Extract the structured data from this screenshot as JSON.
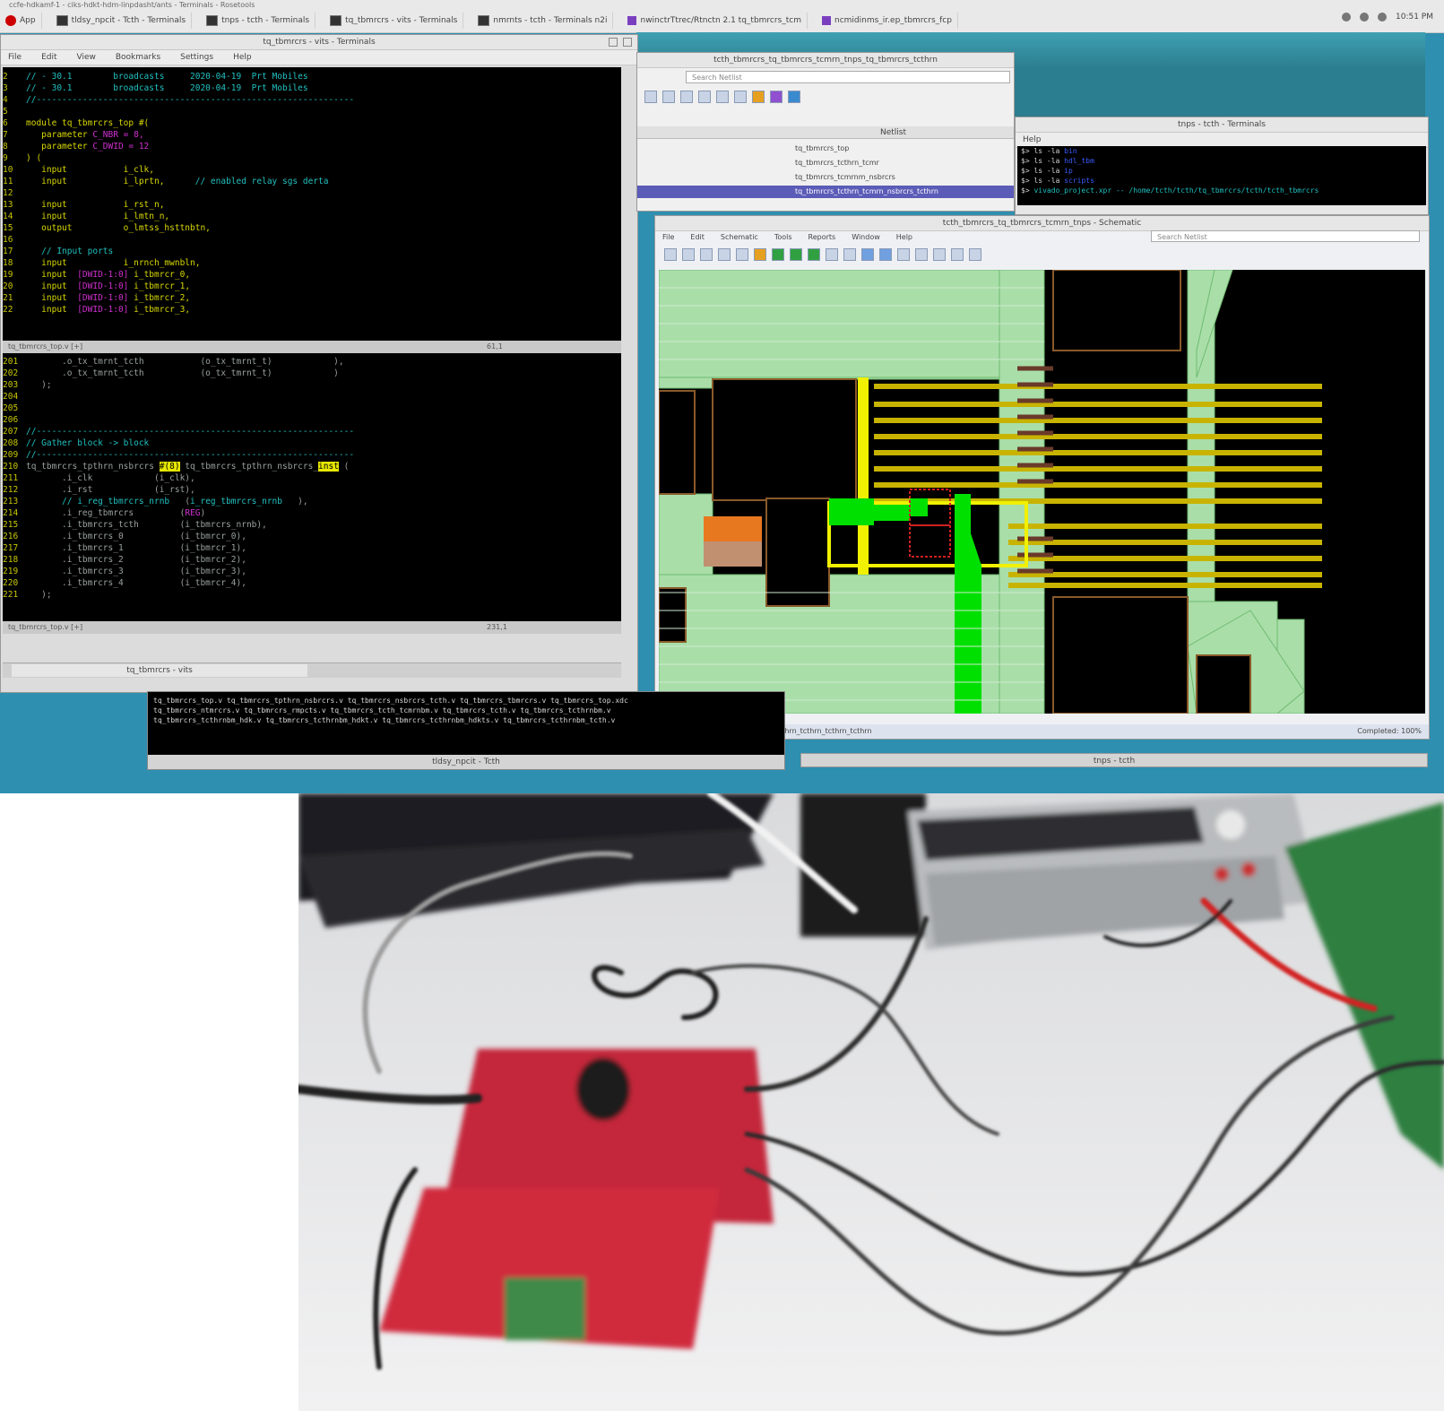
{
  "topbar": {
    "title_line": "ccfe-hdkamf-1 - ciks-hdkt-hdm-linpdasht/ants - Terminals - Rosetools",
    "tasks": [
      {
        "label": "App",
        "icon": "redhat-icon"
      },
      {
        "label": "tldsy_npcit - Tcth - Terminals",
        "icon": "terminal-icon"
      },
      {
        "label": "tnps - tcth - Terminals",
        "icon": "terminal-icon"
      },
      {
        "label": "tq_tbmrcrs - vits - Terminals",
        "icon": "terminal-icon"
      },
      {
        "label": "nmrnts - tcth - Terminals n2i",
        "icon": "terminal-icon"
      },
      {
        "label": "nwinctrTtrec/Rtnctn 2.1 tq_tbmrcrs_tcm",
        "icon": "vivado-icon"
      },
      {
        "label": "ncmidinms_ir.ep_tbmrcrs_fcp",
        "icon": "vivado-icon"
      }
    ],
    "clock": "10:51 PM"
  },
  "editor": {
    "title": "tq_tbmrcrs - vits - Terminals",
    "menu": [
      "File",
      "Edit",
      "View",
      "Bookmarks",
      "Settings",
      "Help"
    ],
    "split_label": "tq_tbmrcrs_top.v [+]",
    "split_pos": "61,1",
    "status_label": "tq_tbmrcrs_top.v [+]",
    "status_pos": "231,1",
    "tab": "tq_tbmrcrs - vits",
    "lines_top": [
      {
        "n": "2",
        "segs": [
          {
            "t": "// - 30.1        broadcasts     2020-04-19  Prt Mobiles",
            "c": "c-cyan"
          }
        ]
      },
      {
        "n": "3",
        "segs": [
          {
            "t": "// - 30.1        broadcasts     2020-04-19  Prt Mobiles",
            "c": "c-cyan"
          }
        ]
      },
      {
        "n": "4",
        "segs": [
          {
            "t": "//--------------------------------------------------------------",
            "c": "c-cyan"
          }
        ]
      },
      {
        "n": "5",
        "segs": [
          {
            "t": "",
            "c": ""
          }
        ]
      },
      {
        "n": "6",
        "segs": [
          {
            "t": "module tq_tbmrcrs_top #(",
            "c": "c-yellow"
          }
        ]
      },
      {
        "n": "7",
        "segs": [
          {
            "t": "   parameter ",
            "c": "c-yellow"
          },
          {
            "t": "C_NBR = 8,",
            "c": "c-magenta"
          }
        ]
      },
      {
        "n": "8",
        "segs": [
          {
            "t": "   parameter ",
            "c": "c-yellow"
          },
          {
            "t": "C_DWID = 12",
            "c": "c-magenta"
          }
        ]
      },
      {
        "n": "9",
        "segs": [
          {
            "t": ") (",
            "c": "c-yellow"
          }
        ]
      },
      {
        "n": "10",
        "segs": [
          {
            "t": "   input           i_clk,",
            "c": "c-yellow"
          }
        ]
      },
      {
        "n": "11",
        "segs": [
          {
            "t": "   input           i_lprtn,      ",
            "c": "c-yellow"
          },
          {
            "t": "// enabled relay sgs derta",
            "c": "c-cyan"
          }
        ]
      },
      {
        "n": "12",
        "segs": [
          {
            "t": "",
            "c": ""
          }
        ]
      },
      {
        "n": "13",
        "segs": [
          {
            "t": "   input           i_rst_n,",
            "c": "c-yellow"
          }
        ]
      },
      {
        "n": "14",
        "segs": [
          {
            "t": "   input           i_lmtn_n,",
            "c": "c-yellow"
          }
        ]
      },
      {
        "n": "15",
        "segs": [
          {
            "t": "   output          o_lmtss_hsttnbtn,",
            "c": "c-yellow"
          }
        ]
      },
      {
        "n": "16",
        "segs": [
          {
            "t": "",
            "c": ""
          }
        ]
      },
      {
        "n": "17",
        "segs": [
          {
            "t": "   // Input ports",
            "c": "c-cyan"
          }
        ]
      },
      {
        "n": "18",
        "segs": [
          {
            "t": "   input           i_nrnch_mwnbln,",
            "c": "c-yellow"
          }
        ]
      },
      {
        "n": "19",
        "segs": [
          {
            "t": "   input  ",
            "c": "c-yellow"
          },
          {
            "t": "[DWID-1:0]",
            "c": "c-magenta"
          },
          {
            "t": " i_tbmrcr_0,",
            "c": "c-yellow"
          }
        ]
      },
      {
        "n": "20",
        "segs": [
          {
            "t": "   input  ",
            "c": "c-yellow"
          },
          {
            "t": "[DWID-1:0]",
            "c": "c-magenta"
          },
          {
            "t": " i_tbmrcr_1,",
            "c": "c-yellow"
          }
        ]
      },
      {
        "n": "21",
        "segs": [
          {
            "t": "   input  ",
            "c": "c-yellow"
          },
          {
            "t": "[DWID-1:0]",
            "c": "c-magenta"
          },
          {
            "t": " i_tbmrcr_2,",
            "c": "c-yellow"
          }
        ]
      },
      {
        "n": "22",
        "segs": [
          {
            "t": "   input  ",
            "c": "c-yellow"
          },
          {
            "t": "[DWID-1:0]",
            "c": "c-magenta"
          },
          {
            "t": " i_tbmrcr_3,",
            "c": "c-yellow"
          }
        ]
      }
    ],
    "lines_bottom": [
      {
        "n": "201",
        "segs": [
          {
            "t": "       .o_tx_tmrnt_tcth           (o_tx_tmrnt_t)            ),",
            "c": "c-gray"
          }
        ]
      },
      {
        "n": "202",
        "segs": [
          {
            "t": "       .o_tx_tmrnt_tcth           (o_tx_tmrnt_t)            )",
            "c": "c-gray"
          }
        ]
      },
      {
        "n": "203",
        "segs": [
          {
            "t": "   );",
            "c": "c-gray"
          }
        ]
      },
      {
        "n": "204",
        "segs": [
          {
            "t": "",
            "c": ""
          }
        ]
      },
      {
        "n": "205",
        "segs": [
          {
            "t": "",
            "c": ""
          }
        ]
      },
      {
        "n": "206",
        "segs": [
          {
            "t": "",
            "c": ""
          }
        ]
      },
      {
        "n": "207",
        "segs": [
          {
            "t": "//--------------------------------------------------------------",
            "c": "c-cyan"
          }
        ]
      },
      {
        "n": "208",
        "segs": [
          {
            "t": "// Gather block -> block",
            "c": "c-cyan"
          }
        ]
      },
      {
        "n": "209",
        "segs": [
          {
            "t": "//--------------------------------------------------------------",
            "c": "c-cyan"
          }
        ]
      },
      {
        "n": "210",
        "segs": [
          {
            "t": "tq_tbmrcrs_tpthrn_nsbrcrs ",
            "c": "c-gray"
          },
          {
            "t": "#(8)",
            "c": "c-hl"
          },
          {
            "t": " tq_tbmrcrs_tpthrn_nsbrcrs_",
            "c": "c-gray"
          },
          {
            "t": "inst",
            "c": "c-hl"
          },
          {
            "t": " (",
            "c": "c-gray"
          }
        ]
      },
      {
        "n": "211",
        "segs": [
          {
            "t": "       .i_clk            (i_clk),",
            "c": "c-gray"
          }
        ]
      },
      {
        "n": "212",
        "segs": [
          {
            "t": "       .i_rst            (i_rst),",
            "c": "c-gray"
          }
        ]
      },
      {
        "n": "213",
        "segs": [
          {
            "t": "       ",
            "c": ""
          },
          {
            "t": "// i_reg_tbmrcrs_nrnb",
            "c": "c-cyan"
          },
          {
            "t": "   (",
            "c": "c-gray"
          },
          {
            "t": "i_reg_tbmrcrs_nrnb",
            "c": "c-cyan"
          },
          {
            "t": "   ),",
            "c": "c-gray"
          }
        ]
      },
      {
        "n": "214",
        "segs": [
          {
            "t": "       .i_reg_tbmrcrs         (",
            "c": "c-gray"
          },
          {
            "t": "REG",
            "c": "c-magenta"
          },
          {
            "t": ")",
            "c": "c-gray"
          }
        ]
      },
      {
        "n": "215",
        "segs": [
          {
            "t": "       .i_tbmrcrs_tcth        (i_tbmrcrs_nrnb),",
            "c": "c-gray"
          }
        ]
      },
      {
        "n": "216",
        "segs": [
          {
            "t": "       .i_tbmrcrs_0           (i_tbmrcr_0),",
            "c": "c-gray"
          }
        ]
      },
      {
        "n": "217",
        "segs": [
          {
            "t": "       .i_tbmrcrs_1           (i_tbmrcr_1),",
            "c": "c-gray"
          }
        ]
      },
      {
        "n": "218",
        "segs": [
          {
            "t": "       .i_tbmrcrs_2           (i_tbmrcr_2),",
            "c": "c-gray"
          }
        ]
      },
      {
        "n": "219",
        "segs": [
          {
            "t": "       .i_tbmrcrs_3           (i_tbmrcr_3),",
            "c": "c-gray"
          }
        ]
      },
      {
        "n": "220",
        "segs": [
          {
            "t": "       .i_tbmrcrs_4           (i_tbmrcr_4),",
            "c": "c-gray"
          }
        ]
      },
      {
        "n": "221",
        "segs": [
          {
            "t": "   );",
            "c": "c-gray"
          }
        ]
      }
    ]
  },
  "term2": {
    "lines": [
      "tq_tbmrcrs_top.v  tq_tbmrcrs_tpthrn_nsbrcrs.v  tq_tbmrcrs_nsbrcrs_tcth.v  tq_tbmrcrs_tbmrcrs.v  tq_tbmrcrs_top.xdc",
      "tq_tbmrcrs_ntmrcrs.v  tq_tbmrcrs_rmpcts.v  tq_tbmrcrs_tcth_tcmrnbm.v  tq_tbmrcrs_tcth.v  tq_tbmrcrs_tcthrnbm.v",
      "tq_tbmrcrs_tcthrnbm_hdk.v  tq_tbmrcrs_tcthrnbm_hdkt.v  tq_tbmrcrs_tcthrnbm_hdkts.v  tq_tbmrcrs_tcthrnbm_tcth.v"
    ],
    "tab": "tldsy_npcit - Tcth"
  },
  "term3_tab": "tnps - tcth",
  "hierarchy": {
    "title": "tcth_tbmrcrs_tq_tbmrcrs_tcmrn_tnps_tq_tbmrcrs_tcthrn",
    "search_placeholder": "Search Netlist",
    "header": "Netlist",
    "rows": [
      {
        "label": "tq_tbmrcrs_top",
        "selected": false
      },
      {
        "label": "tq_tbmrcrs_tcthrn_tcmr",
        "selected": false
      },
      {
        "label": "tq_tbmrcrs_tcmrnm_nsbrcrs",
        "selected": false
      },
      {
        "label": "tq_tbmrcrs_tcthrn_tcmrn_nsbrcrs_tcthrn",
        "selected": true
      }
    ]
  },
  "term_small": {
    "title": "tnps - tcth - Terminals",
    "menu": [
      "Help"
    ],
    "rows": [
      {
        "p": "$> ls -la  ",
        "v": "bin",
        "c": "c-blue"
      },
      {
        "p": "$> ls -la  ",
        "v": "hdl_tbm",
        "c": "c-blue"
      },
      {
        "p": "$> ls -la  ",
        "v": "ip",
        "c": "c-blue"
      },
      {
        "p": "$> ls -la  ",
        "v": "scripts",
        "c": "c-blue"
      },
      {
        "p": "$> ",
        "v": "vivado_project.xpr  --  /home/tcth/tcth/tq_tbmrcrs/tcth/tcth_tbmrcrs",
        "c": "c-teal"
      }
    ]
  },
  "schematic": {
    "title": "tcth_tbmrcrs_tq_tbmrcrs_tcmrn_tnps - Schematic",
    "menu": [
      "File",
      "Edit",
      "Schematic",
      "Tools",
      "Reports",
      "Window",
      "Help"
    ],
    "search_placeholder": "Search Netlist",
    "status_left": "Selected: 1 Nets, 0 tq_tbmrcrs_tcthrn_tcthrn_tcthrn_tcthrn",
    "status_right": "Completed: 100%"
  }
}
